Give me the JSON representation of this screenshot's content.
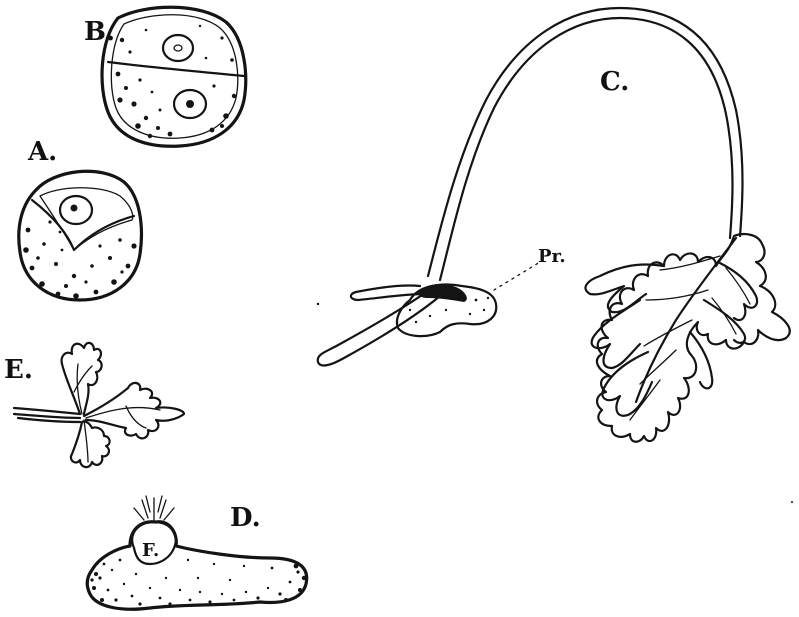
{
  "figure": {
    "labels": {
      "a": "A.",
      "b": "B.",
      "c": "C.",
      "d": "D.",
      "e": "E.",
      "f": "F.",
      "pr": "Pr."
    }
  },
  "colors": {
    "ink": "#141414",
    "paper": "#ffffff"
  }
}
